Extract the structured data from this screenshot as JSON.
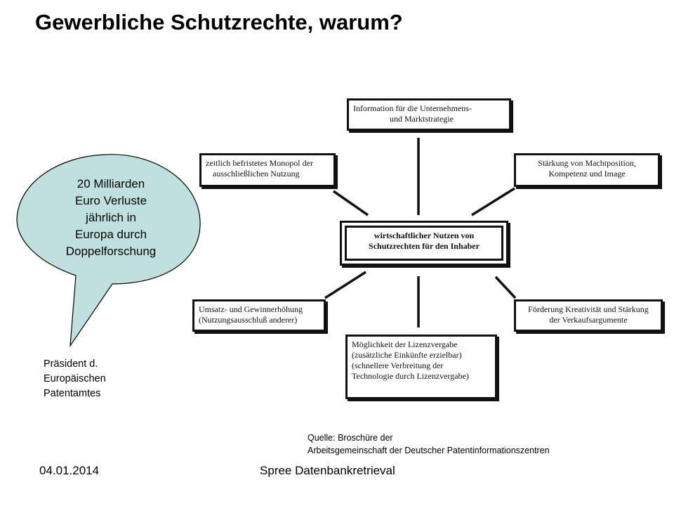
{
  "title": "Gewerbliche Schutzrechte, warum?",
  "callout": {
    "lines": [
      "20 Milliarden",
      "Euro Verluste",
      "jährlich in",
      "Europa durch",
      "Doppelforschung"
    ],
    "fill_color": "#bfe0df"
  },
  "attribution": {
    "lines": [
      "Präsident d.",
      "Europäischen",
      "Patentamtes"
    ]
  },
  "diagram": {
    "center": {
      "lines": [
        "wirtschaftlicher Nutzen von",
        "Schutzrechten für den Inhaber"
      ]
    },
    "nodes": {
      "top": {
        "lines": [
          "Information für die Unternehmens-",
          "und Marktstrategie"
        ]
      },
      "top_left": {
        "lines": [
          "zeitlich befristetes Monopol der",
          "ausschließlichen Nutzung"
        ]
      },
      "top_right": {
        "lines": [
          "Stärkung von Machtposition,",
          "Kompetenz und Image"
        ]
      },
      "bottom_left": {
        "lines": [
          "Umsatz- und Gewinnerhöhung",
          "(Nutzungsausschluß anderer)"
        ]
      },
      "bottom_right": {
        "lines": [
          "Förderung Kreativität und Stärkung",
          "der Verkaufsargumente"
        ]
      },
      "bottom": {
        "lines": [
          "Möglichkeit der Lizenzvergabe",
          "(zusätzliche Einkünfte erzielbar)",
          "(schnellere Verbreitung der",
          "Technologie durch Lizenzvergabe)"
        ]
      }
    }
  },
  "source": {
    "lines": [
      "Quelle: Broschüre der",
      "Arbeitsgemeinschaft der Deutscher Patentinformationszentren"
    ]
  },
  "footer": {
    "date": "04.01.2014",
    "title": "Spree Datenbankretrieval"
  }
}
